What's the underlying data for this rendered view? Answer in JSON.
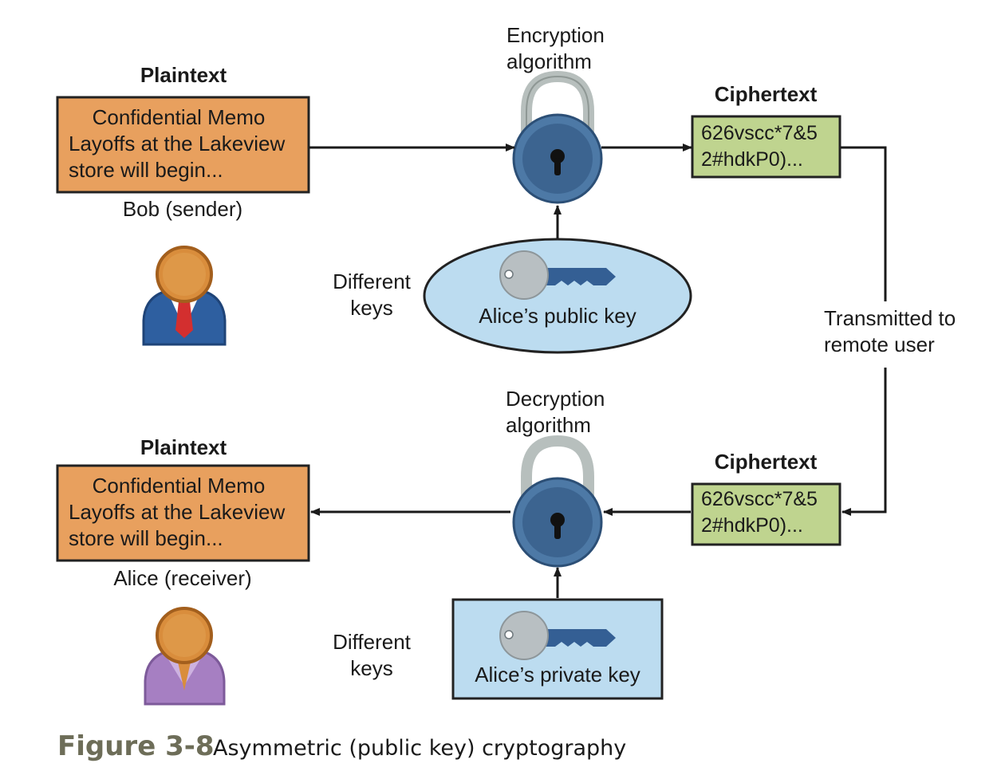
{
  "top": {
    "plaintext_heading": "Plaintext",
    "memo_lines": [
      "Confidential Memo",
      "Layoffs at the Lakeview",
      "store will begin..."
    ],
    "person_label": "Bob (sender)",
    "algorithm_lines": [
      "Encryption",
      "algorithm"
    ],
    "ciphertext_heading": "Ciphertext",
    "cipher_lines": [
      "626vscc*7&5",
      "2#hdkP0)..."
    ],
    "keys_lines": [
      "Different",
      "keys"
    ],
    "key_label": "Alice’s public key"
  },
  "transmit_lines": [
    "Transmitted to",
    "remote user"
  ],
  "bottom": {
    "plaintext_heading": "Plaintext",
    "memo_lines": [
      "Confidential Memo",
      "Layoffs at the Lakeview",
      "store will begin..."
    ],
    "person_label": "Alice (receiver)",
    "algorithm_lines": [
      "Decryption",
      "algorithm"
    ],
    "ciphertext_heading": "Ciphertext",
    "cipher_lines": [
      "626vscc*7&5",
      "2#hdkP0)..."
    ],
    "keys_lines": [
      "Different",
      "keys"
    ],
    "key_label": "Alice’s private key"
  },
  "caption": {
    "number": "Figure 3-8",
    "text": "Asymmetric (public key) cryptography"
  },
  "colors": {
    "memo_fill": "#e8a05e",
    "cipher_fill": "#bfd48f",
    "key_fill": "#bcdcf0",
    "lock_body": "#4d79a6",
    "lock_shackle": "#b7bfbd",
    "bob_suit": "#2e5fa0",
    "alice_suit": "#a67fc2",
    "face": "#d98d3c"
  }
}
